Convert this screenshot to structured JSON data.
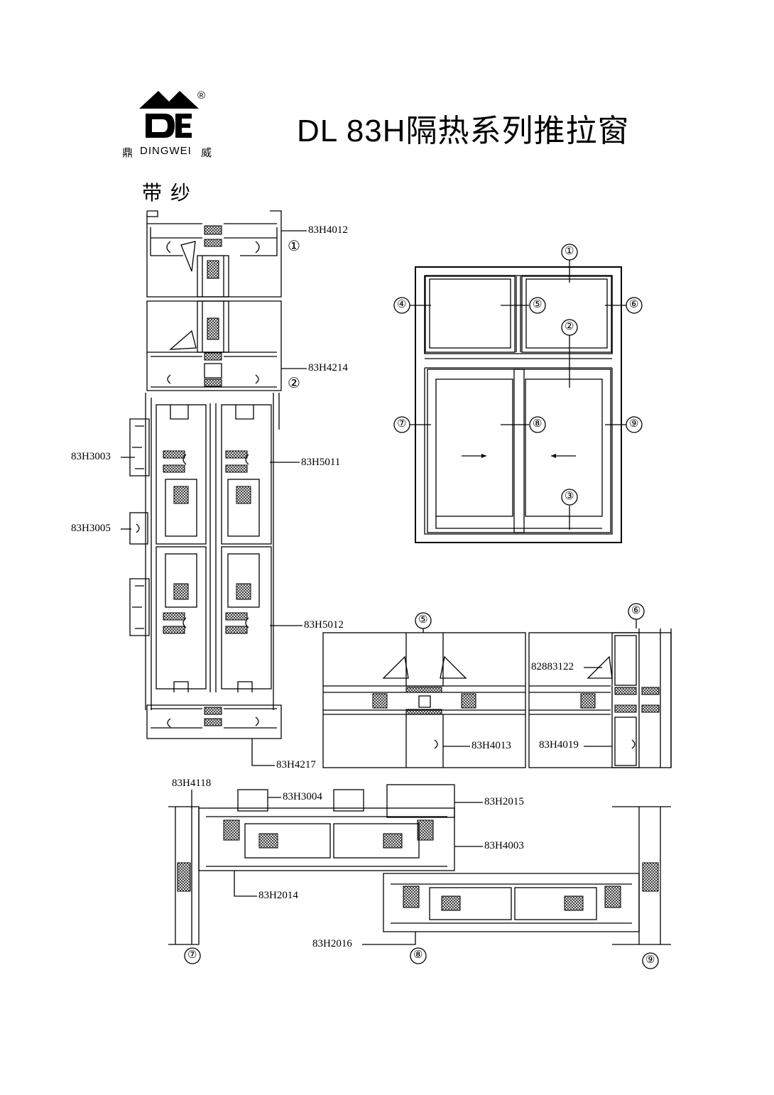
{
  "header": {
    "brand_name": "DINGWEI",
    "brand_left_char": "鼎",
    "brand_right_char": "威",
    "registered_mark": "®",
    "title": "DL  83H隔热系列推拉窗",
    "subtitle": "带纱"
  },
  "callouts": {
    "n1": "①",
    "n2": "②",
    "n3": "③",
    "n4": "④",
    "n5": "⑤",
    "n6": "⑥",
    "n7": "⑦",
    "n8": "⑧",
    "n9": "⑨"
  },
  "parts": {
    "p83H4012": "83H4012",
    "p83H4214": "83H4214",
    "p83H3003": "83H3003",
    "p83H5011": "83H5011",
    "p83H3005": "83H3005",
    "p83H5012": "83H5012",
    "p83H4217": "83H4217",
    "p82883122": "82883122",
    "p83H4013": "83H4013",
    "p83H4019": "83H4019",
    "p83H4118": "83H4118",
    "p83H3004": "83H3004",
    "p83H2015": "83H2015",
    "p83H4003": "83H4003",
    "p83H2014": "83H2014",
    "p83H2016": "83H2016"
  }
}
